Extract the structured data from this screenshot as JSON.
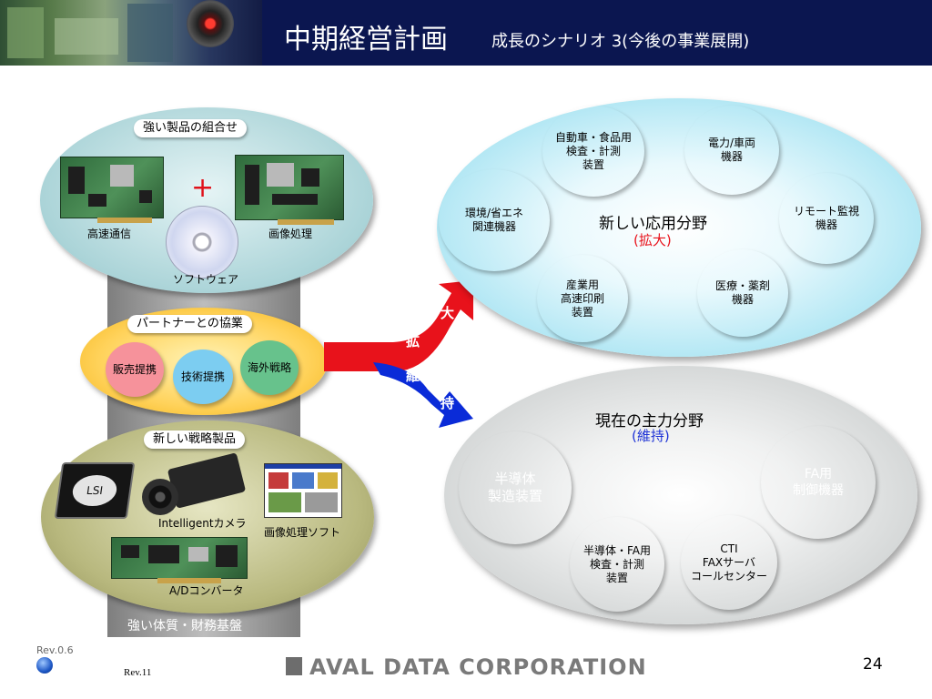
{
  "header": {
    "title": "中期経営計画",
    "subtitle": "成長のシナリオ 3(今後の事業展開)"
  },
  "left": {
    "products": {
      "title": "強い製品の組合せ",
      "item1": "高速通信",
      "item2": "画像処理",
      "item3": "ソフトウェア",
      "plus": "+"
    },
    "partner": {
      "title": "パートナーとの協業",
      "circles": [
        "販売提携",
        "技術提携",
        "海外戦略"
      ],
      "colors": [
        "#f6929b",
        "#7ccdf1",
        "#67c28c"
      ]
    },
    "strategic": {
      "title": "新しい戦略製品",
      "lsi": "LSI",
      "camera": "Intelligentカメラ",
      "software": "画像処理ソフト",
      "converter": "A/Dコンバータ"
    },
    "base": "強い体質・財務基盤"
  },
  "arrows": {
    "expand": [
      "大",
      "拡"
    ],
    "maintain": [
      "維",
      "持"
    ],
    "expand_color": "#e8121b",
    "maintain_color": "#0a2bd8"
  },
  "new_fields": {
    "title": "新しい応用分野",
    "subtitle": "(拡大)",
    "subtitle_color": "#e8121b",
    "circles": [
      {
        "label": "自動車・食品用\n検査・計測\n装置",
        "color": "#67bf5a"
      },
      {
        "label": "電力/車両\n機器",
        "color": "#c9d12a"
      },
      {
        "label": "環境/省エネ\n関連機器",
        "color": "#2f93e2"
      },
      {
        "label": "リモート監視\n機器",
        "color": "#f8c894"
      },
      {
        "label": "産業用\n高速印刷\n装置",
        "color": "#8fd25c"
      },
      {
        "label": "医療・薬剤\n機器",
        "color": "#f37f86"
      }
    ]
  },
  "current_fields": {
    "title": "現在の主力分野",
    "subtitle": "(維持)",
    "subtitle_color": "#1c31d6",
    "circles": [
      {
        "label": "半導体\n製造装置",
        "color": "#7d7d7d"
      },
      {
        "label": "FA用\n制御機器",
        "color": "#1e9be8"
      },
      {
        "label": "半導体・FA用\n検査・計測\n装置",
        "color": "#3f9e3f"
      },
      {
        "label": "CTI\nFAXサーバ\nコールセンター",
        "color": "#9b9b1c"
      }
    ]
  },
  "footer": {
    "logo": "AVAL DATA CORPORATION",
    "page": "24",
    "rev_top": "Rev.0.6",
    "rev_bottom": "Rev.11"
  }
}
